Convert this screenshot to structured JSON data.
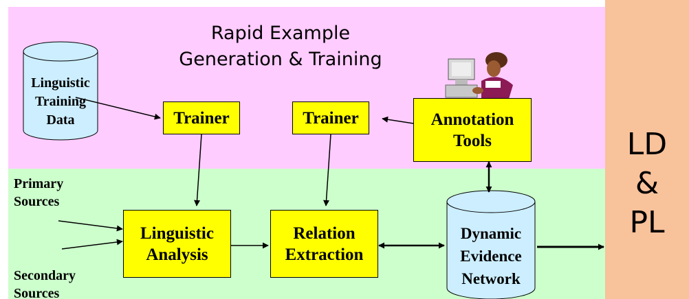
{
  "title": {
    "line1": "Rapid Example",
    "line2": "Generation & Training"
  },
  "side_label": {
    "line1": "LD",
    "line2": "&",
    "line3": "PL"
  },
  "inputs": {
    "primary_line1": "Primary",
    "primary_line2": "Sources",
    "secondary_line1": "Secondary",
    "secondary_line2": "Sources"
  },
  "training_db": {
    "line1": "Linguistic",
    "line2": "Training",
    "line3": "Data"
  },
  "trainer_left": {
    "label": "Trainer"
  },
  "trainer_right": {
    "label": "Trainer"
  },
  "annotation_tools": {
    "line1": "Annotation",
    "line2": "Tools"
  },
  "linguistic_analysis": {
    "line1": "Linguistic",
    "line2": "Analysis"
  },
  "relation_extraction": {
    "line1": "Relation",
    "line2": "Extraction"
  },
  "evidence_network": {
    "line1": "Dynamic",
    "line2": "Evidence",
    "line3": "Network"
  },
  "colors": {
    "upper_band": "#ffccff",
    "lower_band": "#ccffcc",
    "side_panel": "#f8c29b",
    "process_box": "#ffff00",
    "data_store": "#cceeff"
  },
  "icons": [
    "person-at-computer-icon"
  ]
}
